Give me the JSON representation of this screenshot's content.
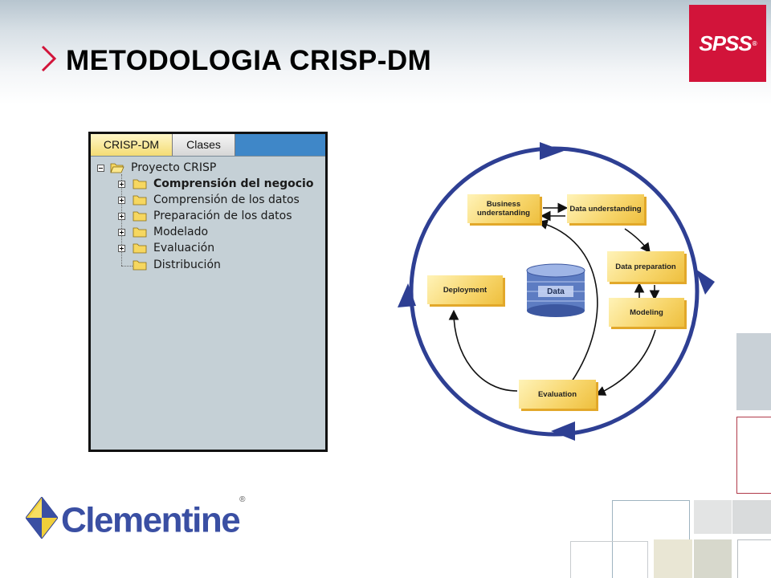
{
  "slide": {
    "title": "METODOLOGIA CRISP-DM"
  },
  "brand": {
    "spss": "SPSS",
    "spss_mark": "®",
    "clementine": "Clementine",
    "clementine_mark": "®"
  },
  "tree_panel": {
    "tabs": [
      {
        "label": "CRISP-DM",
        "active": true
      },
      {
        "label": "Clases",
        "active": false
      }
    ],
    "root": {
      "label": "Proyecto CRISP",
      "icon": "open-folder-icon",
      "expanded": true
    },
    "items": [
      {
        "label": "Comprensión del negocio",
        "bold": true,
        "expandable": true
      },
      {
        "label": "Comprensión de los datos",
        "bold": false,
        "expandable": true
      },
      {
        "label": "Preparación de los datos",
        "bold": false,
        "expandable": true
      },
      {
        "label": "Modelado",
        "bold": false,
        "expandable": true
      },
      {
        "label": "Evaluación",
        "bold": false,
        "expandable": true
      },
      {
        "label": "Distribución",
        "bold": false,
        "expandable": false
      }
    ]
  },
  "diagram": {
    "center": "Data",
    "phases": {
      "business": "Business understanding",
      "data_understanding": "Data understanding",
      "data_preparation": "Data preparation",
      "modeling": "Modeling",
      "evaluation": "Evaluation",
      "deployment": "Deployment"
    }
  },
  "colors": {
    "accent_red": "#d2143a",
    "cycle_blue": "#2e3f93",
    "tab_blue": "#3f87c8",
    "panel_gray": "#c5d0d6",
    "box_yellow": "#f7d56a"
  }
}
